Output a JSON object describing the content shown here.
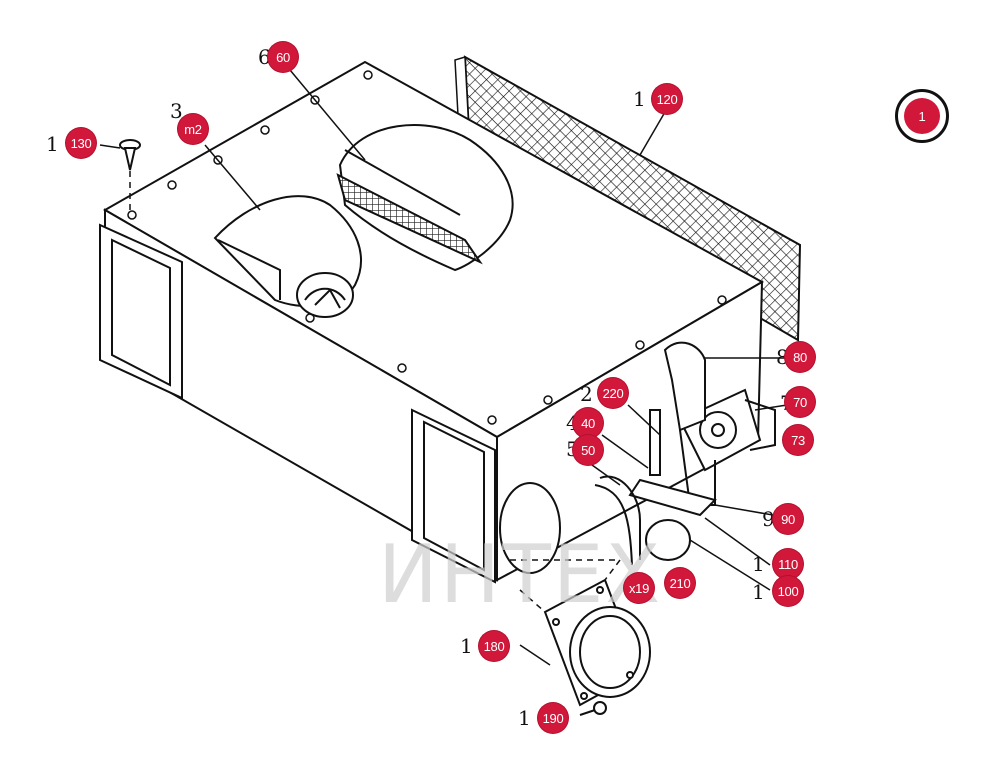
{
  "watermark": {
    "text": "ИНТЕХ"
  },
  "badge": {
    "label": "1"
  },
  "callouts": [
    {
      "id": "60",
      "label": "60",
      "number_text": "6"
    },
    {
      "id": "m2",
      "label": "m2",
      "number_text": "3"
    },
    {
      "id": "130",
      "label": "130",
      "number_text": "1"
    },
    {
      "id": "120",
      "label": "120",
      "number_text": "1"
    },
    {
      "id": "80",
      "label": "80",
      "number_text": "8"
    },
    {
      "id": "220",
      "label": "220",
      "number_text": "2"
    },
    {
      "id": "40",
      "label": "40",
      "number_text": "4"
    },
    {
      "id": "50",
      "label": "50",
      "number_text": "5"
    },
    {
      "id": "70",
      "label": "70",
      "number_text": "7"
    },
    {
      "id": "73",
      "label": "73",
      "number_text": ""
    },
    {
      "id": "90",
      "label": "90",
      "number_text": "9"
    },
    {
      "id": "110",
      "label": "110",
      "number_text": "1"
    },
    {
      "id": "100",
      "label": "100",
      "number_text": "1"
    },
    {
      "id": "x19",
      "label": "x19",
      "number_text": ""
    },
    {
      "id": "210",
      "label": "210",
      "number_text": ""
    },
    {
      "id": "180",
      "label": "180",
      "number_text": "1"
    },
    {
      "id": "190",
      "label": "190",
      "number_text": "1"
    }
  ]
}
